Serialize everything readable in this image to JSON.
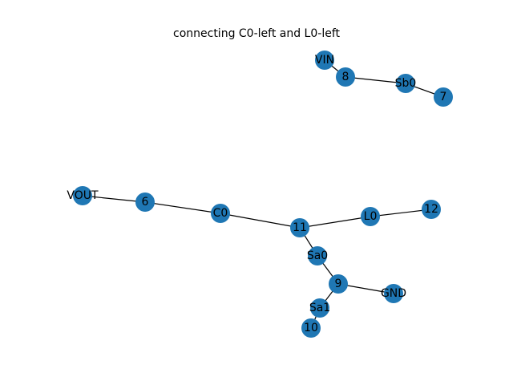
{
  "title": "connecting C0-left and L0-left",
  "node_color": "#1f77b4",
  "edge_color": "#000000",
  "nodes": [
    {
      "id": "VIN",
      "label": "VIN"
    },
    {
      "id": "8",
      "label": "8"
    },
    {
      "id": "Sb0",
      "label": "Sb0"
    },
    {
      "id": "7",
      "label": "7"
    },
    {
      "id": "VOUT",
      "label": "VOUT"
    },
    {
      "id": "6",
      "label": "6"
    },
    {
      "id": "C0",
      "label": "C0"
    },
    {
      "id": "11",
      "label": "11"
    },
    {
      "id": "L0",
      "label": "L0"
    },
    {
      "id": "12",
      "label": "12"
    },
    {
      "id": "Sa0",
      "label": "Sa0"
    },
    {
      "id": "9",
      "label": "9"
    },
    {
      "id": "GND",
      "label": "GND"
    },
    {
      "id": "Sa1",
      "label": "Sa1"
    },
    {
      "id": "10",
      "label": "10"
    }
  ],
  "edges": [
    [
      "VIN",
      "8"
    ],
    [
      "8",
      "Sb0"
    ],
    [
      "Sb0",
      "7"
    ],
    [
      "VOUT",
      "6"
    ],
    [
      "6",
      "C0"
    ],
    [
      "C0",
      "11"
    ],
    [
      "11",
      "L0"
    ],
    [
      "L0",
      "12"
    ],
    [
      "11",
      "Sa0"
    ],
    [
      "Sa0",
      "9"
    ],
    [
      "9",
      "GND"
    ],
    [
      "9",
      "Sa1"
    ],
    [
      "Sa1",
      "10"
    ]
  ]
}
